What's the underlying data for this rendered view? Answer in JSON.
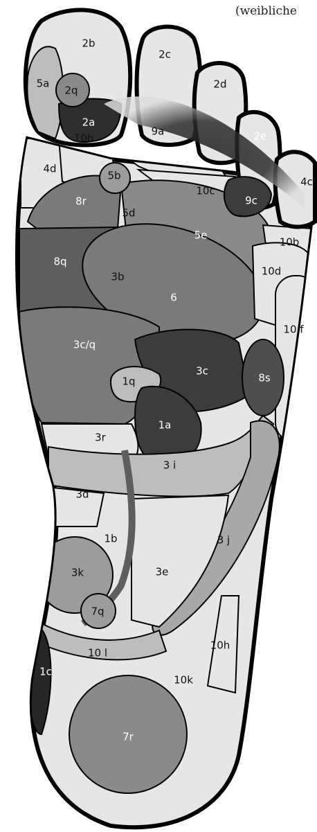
{
  "header": {
    "text": "(weibliche"
  },
  "zones": {
    "z2a": "2a",
    "z2b": "2b",
    "z2c": "2c",
    "z2d": "2d",
    "z2e": "2e",
    "z2q": "2q",
    "z5a": "5a",
    "z5b": "5b",
    "z5d": "5d",
    "z5e": "5e",
    "z4c": "4c",
    "z4d": "4d",
    "z9a": "9a",
    "z9c": "9c",
    "z10b": "10b",
    "z10b2": "10b",
    "z10c": "10c",
    "z10d": "10d",
    "z10f": "10 f",
    "z10h": "10h",
    "z10k": "10k",
    "z10l": "10 l",
    "z8r": "8r",
    "z8q": "8q",
    "z8s": "8s",
    "z3b": "3b",
    "z3c": "3c",
    "z3cq": "3c/q",
    "z3r": "3r",
    "z3d": "3d",
    "z3i": "3 i",
    "z3j": "3 j",
    "z3e": "3e",
    "z3k": "3k",
    "z6": "6",
    "z1q": "1q",
    "z1a": "1a",
    "z1b": "1b",
    "z1c": "1c",
    "z7q": "7q",
    "z7r": "7r"
  },
  "colors": {
    "outline": "#000000",
    "pale": "#e6e6e6",
    "light": "#c4c4c4",
    "mid": "#9c9c9c",
    "dark": "#5e5e5e",
    "darker": "#3c3c3c",
    "darkest": "#262626"
  }
}
